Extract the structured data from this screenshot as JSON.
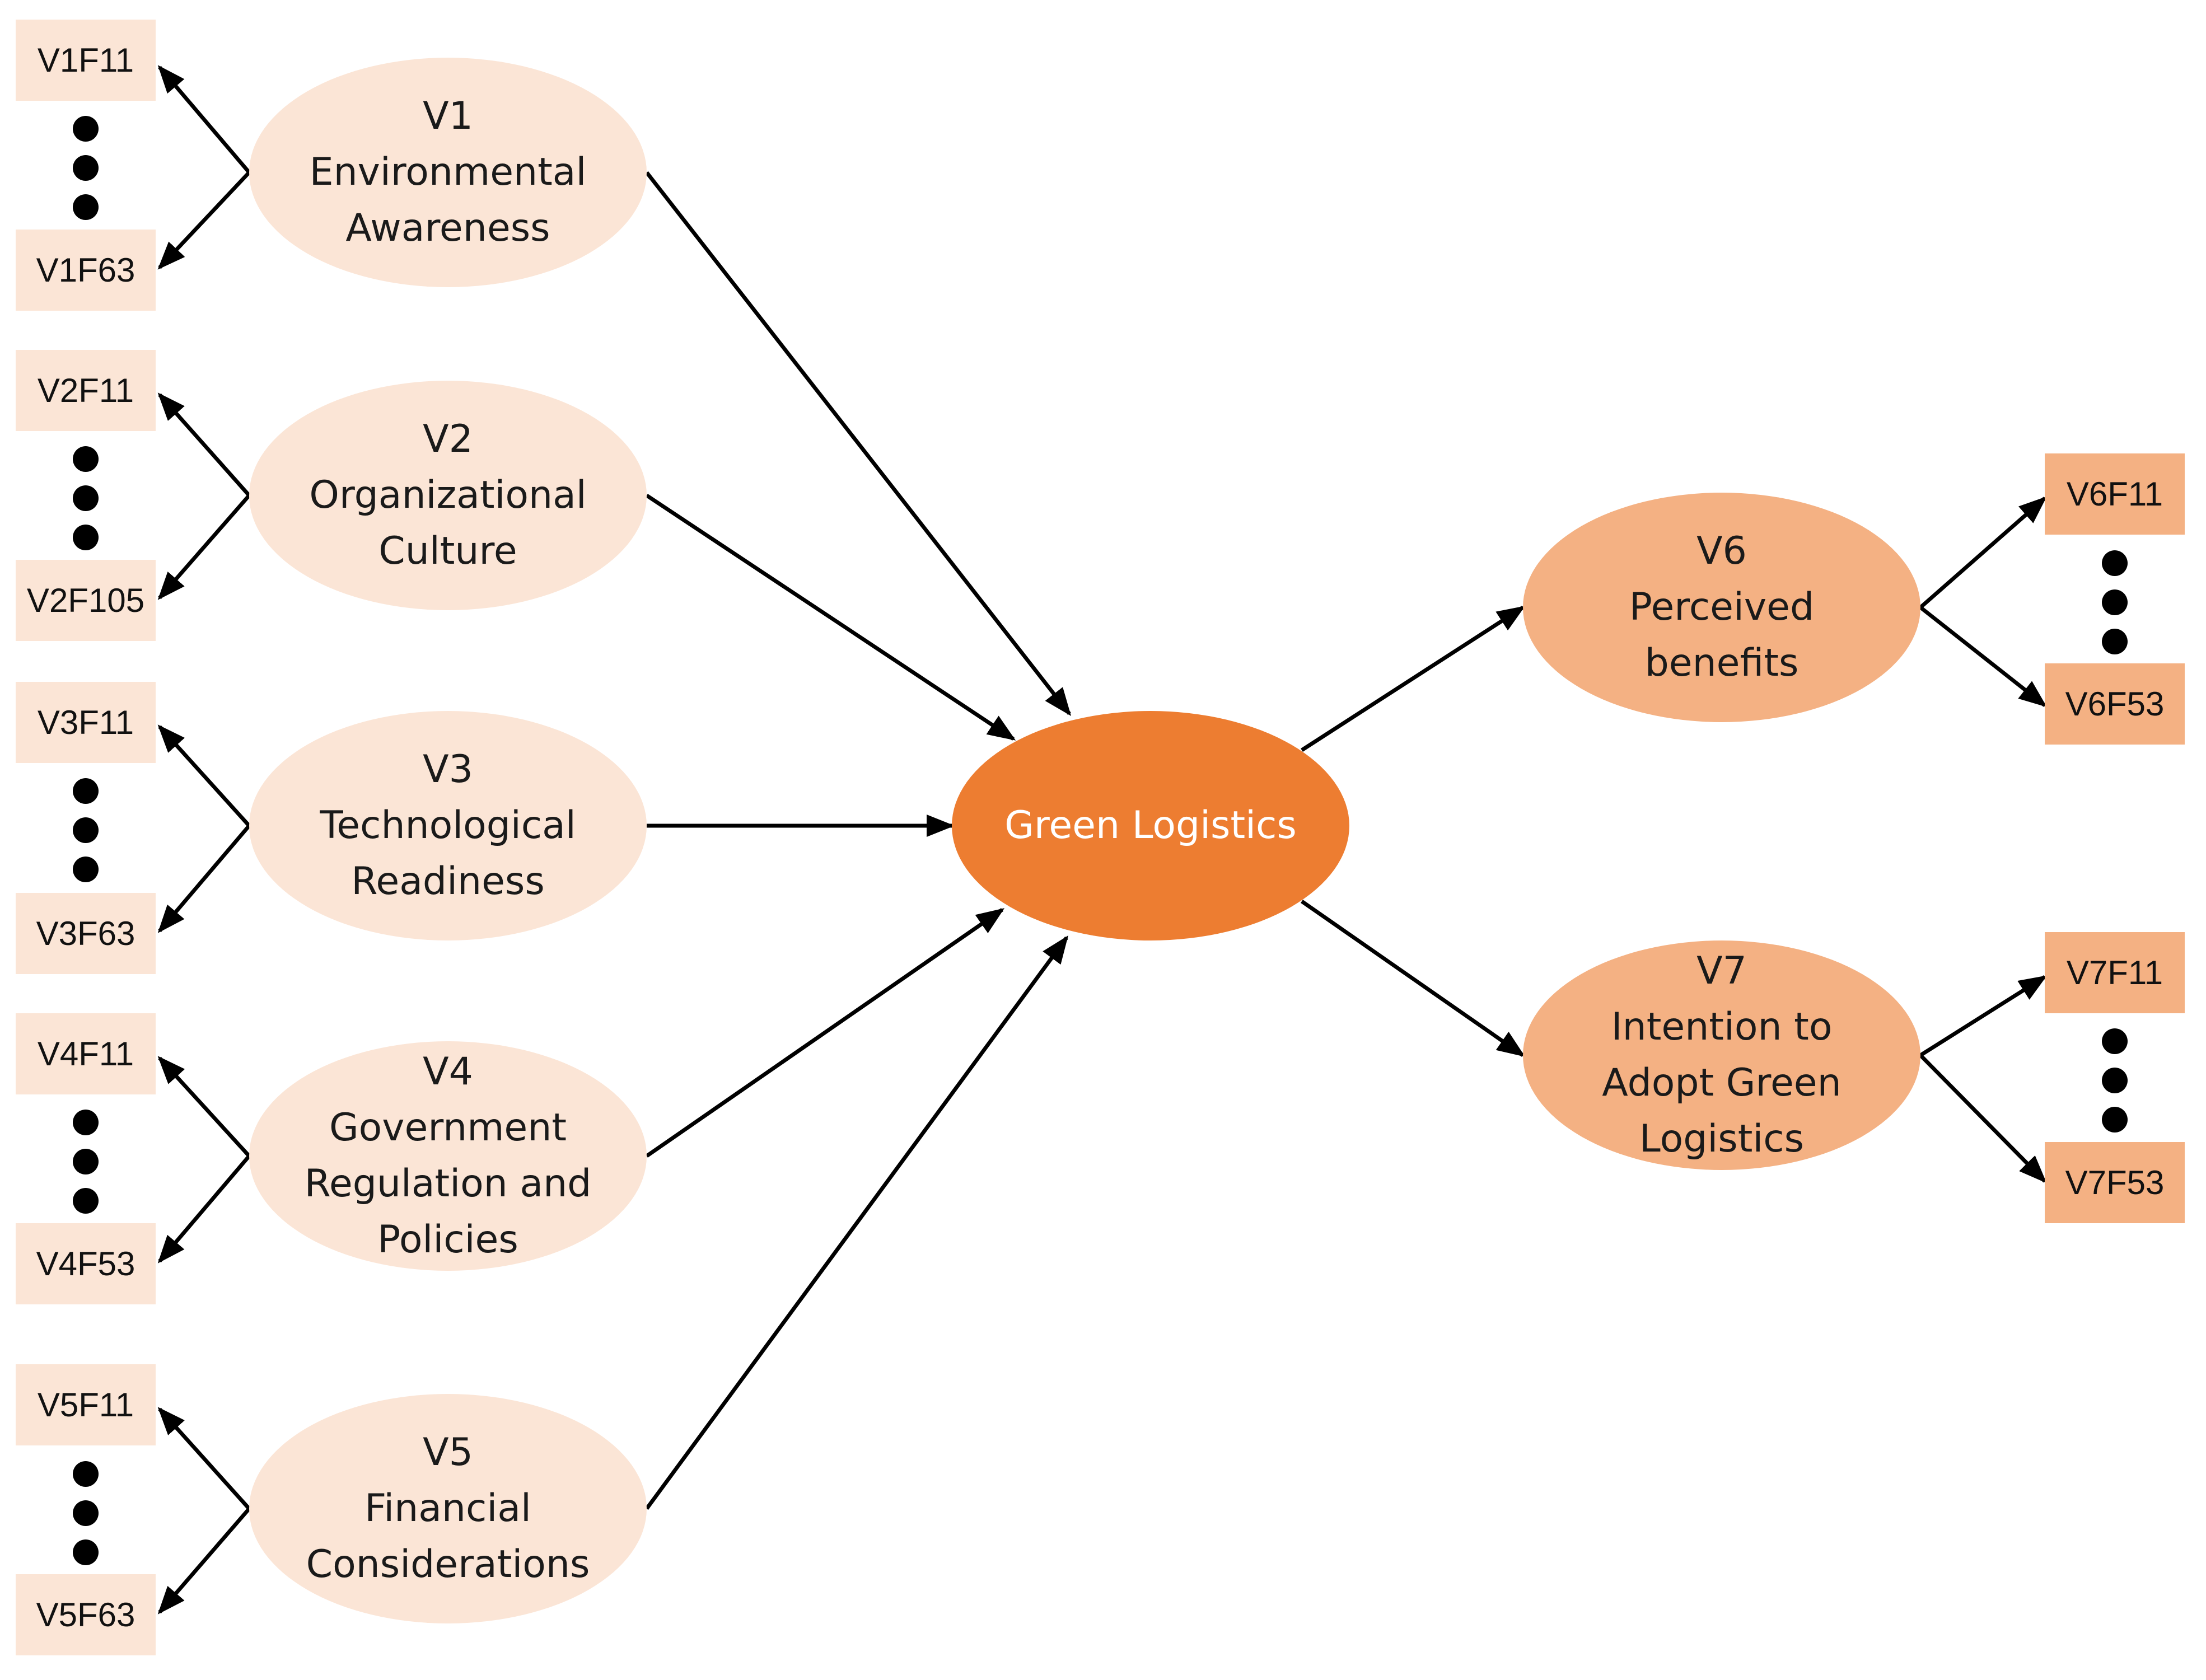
{
  "center": {
    "label": "Green Logistics"
  },
  "left_constructs": [
    {
      "id": "V1",
      "lines": [
        "V1",
        "Environmental",
        "Awareness"
      ],
      "first_indicator": "V1F11",
      "last_indicator": "V1F63"
    },
    {
      "id": "V2",
      "lines": [
        "V2",
        "Organizational",
        "Culture"
      ],
      "first_indicator": "V2F11",
      "last_indicator": "V2F105"
    },
    {
      "id": "V3",
      "lines": [
        "V3",
        "Technological",
        "Readiness"
      ],
      "first_indicator": "V3F11",
      "last_indicator": "V3F63"
    },
    {
      "id": "V4",
      "lines": [
        "V4",
        "Government",
        "Regulation and",
        "Policies"
      ],
      "first_indicator": "V4F11",
      "last_indicator": "V4F53"
    },
    {
      "id": "V5",
      "lines": [
        "V5",
        "Financial",
        "Considerations"
      ],
      "first_indicator": "V5F11",
      "last_indicator": "V5F63"
    }
  ],
  "right_constructs": [
    {
      "id": "V6",
      "lines": [
        "V6",
        "Perceived",
        "benefits"
      ],
      "first_indicator": "V6F11",
      "last_indicator": "V6F53"
    },
    {
      "id": "V7",
      "lines": [
        "V7",
        "Intention to",
        "Adopt Green",
        "Logistics"
      ],
      "first_indicator": "V7F11",
      "last_indicator": "V7F53"
    }
  ],
  "colors": {
    "left_fill": "#fbe5d6",
    "right_fill": "#f4b183",
    "center_fill": "#ed7d31",
    "arrow": "#000000"
  }
}
